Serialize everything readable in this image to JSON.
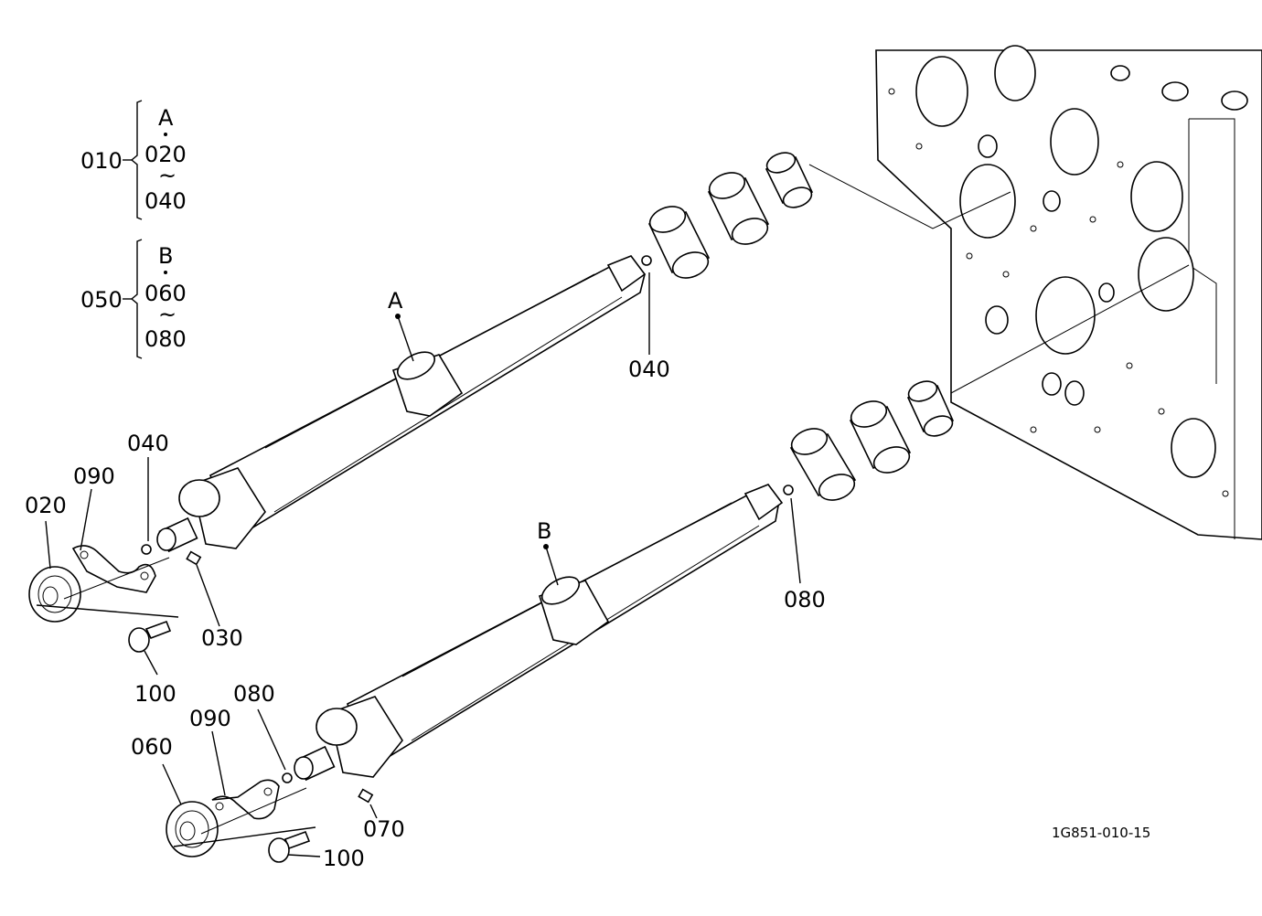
{
  "legend": {
    "group_a": {
      "number": "010",
      "letter": "A",
      "from": "020",
      "tilde": "~",
      "to": "040"
    },
    "group_b": {
      "number": "050",
      "letter": "B",
      "from": "060",
      "tilde": "~",
      "to": "080"
    }
  },
  "callouts": {
    "shaft_a": "A",
    "shaft_b": "B",
    "c040_top": "040",
    "c040_left": "040",
    "c090_top": "090",
    "c020": "020",
    "c030": "030",
    "c100_top": "100",
    "c080_right": "080",
    "c080_lower": "080",
    "c090_lower": "090",
    "c060": "060",
    "c070": "070",
    "c100_lower": "100"
  },
  "drawing_code": "1G851-010-15"
}
